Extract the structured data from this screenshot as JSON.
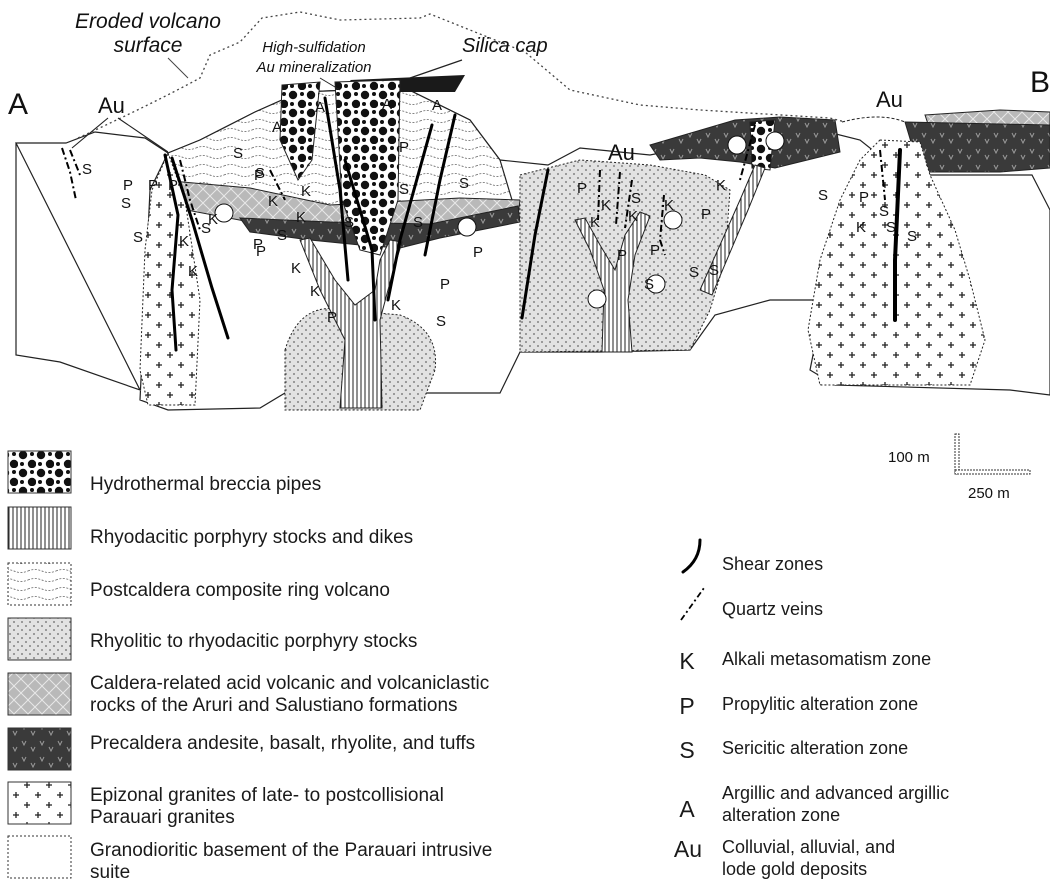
{
  "section": {
    "end_a": "A",
    "end_b": "B",
    "annotations": {
      "eroded_surface": "Eroded volcano\nsurface",
      "high_sulfidation": "High-sulfidation\nAu mineralization",
      "silica_cap": "Silica cap"
    },
    "au_labels": [
      "Au",
      "Au",
      "Au"
    ]
  },
  "scale": {
    "vertical": "100 m",
    "horizontal": "250 m"
  },
  "legend_units": [
    {
      "text": "Hydrothermal breccia pipes",
      "pattern": "breccia"
    },
    {
      "text": " Rhyodacitic porphyry stocks and dikes",
      "pattern": "vlines"
    },
    {
      "text": "Postcaldera composite ring volcano",
      "pattern": "wavy"
    },
    {
      "text": "Rhyolitic to rhyodacitic porphyry stocks",
      "pattern": "dots"
    },
    {
      "text": "Caldera-related acid volcanic and volcaniclastic\nrocks of the Aruri and Salustiano formations",
      "pattern": "grayx"
    },
    {
      "text": "Precaldera andesite, basalt, rhyolite, and tuffs",
      "pattern": "darkv"
    },
    {
      "text": "Epizonal granites of late- to postcollisional\nParauari granites",
      "pattern": "cross"
    },
    {
      "text": "Granodioritic basement of the Parauari intrusive\nsuite",
      "pattern": "blank"
    }
  ],
  "legend_symbols": [
    {
      "symbol": "",
      "text": "Shear zones"
    },
    {
      "symbol": "",
      "text": "Quartz veins"
    },
    {
      "symbol": "K",
      "text": "Alkali metasomatism zone"
    },
    {
      "symbol": "P",
      "text": "Propylitic alteration zone"
    },
    {
      "symbol": "S",
      "text": "Sericitic alteration zone"
    },
    {
      "symbol": "A",
      "text": "Argillic and advanced argillic\nalteration zone"
    },
    {
      "symbol": "Au",
      "text": "Colluvial, alluvial, and\nlode gold deposits"
    }
  ],
  "zone_letters": [
    "S",
    "P",
    "S",
    "S",
    "P",
    "K",
    "S",
    "S",
    "P",
    "P",
    "K",
    "P",
    "K",
    "K",
    "K",
    "S",
    "A",
    "A",
    "A",
    "A",
    "S",
    "P",
    "S",
    "K",
    "S",
    "S",
    "S",
    "P",
    "P",
    "S",
    "P",
    "K",
    "P",
    "P",
    "K",
    "K",
    "K",
    "K",
    "P",
    "S",
    "P",
    "P",
    "S",
    "S",
    "K",
    "S",
    "K",
    "K",
    "S",
    "S",
    "S",
    "S",
    "K",
    "P"
  ]
}
